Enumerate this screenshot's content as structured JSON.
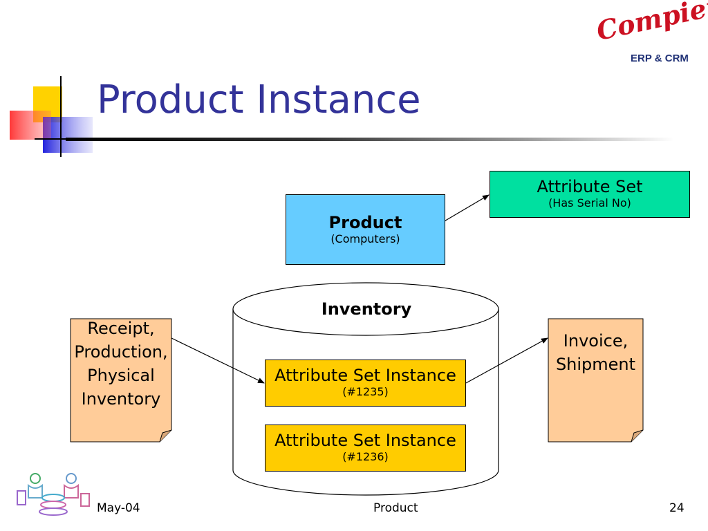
{
  "slide": {
    "title": "Product Instance"
  },
  "logo": {
    "brand": "Compiere",
    "tagline": "ERP & CRM"
  },
  "diagram": {
    "product": {
      "label": "Product",
      "detail": "(Computers)"
    },
    "attribute_set": {
      "label": "Attribute Set",
      "detail": "(Has Serial No)"
    },
    "inventory": {
      "label": "Inventory"
    },
    "instance_1": {
      "label": "Attribute Set Instance",
      "detail": "(#1235)"
    },
    "instance_2": {
      "label": "Attribute Set Instance",
      "detail": "(#1236)"
    },
    "source_doc": {
      "lines": [
        "Receipt,",
        "Production,",
        "Physical",
        "Inventory"
      ]
    },
    "target_doc": {
      "lines": [
        "Invoice,",
        "Shipment"
      ]
    }
  },
  "footer": {
    "date": "May-04",
    "topic": "Product",
    "page": "24"
  },
  "colors": {
    "title": "#333399",
    "product_fill": "#66ccff",
    "attribute_set_fill": "#00e0a0",
    "instance_fill": "#ffcc00",
    "document_fill": "#ffcc99"
  }
}
